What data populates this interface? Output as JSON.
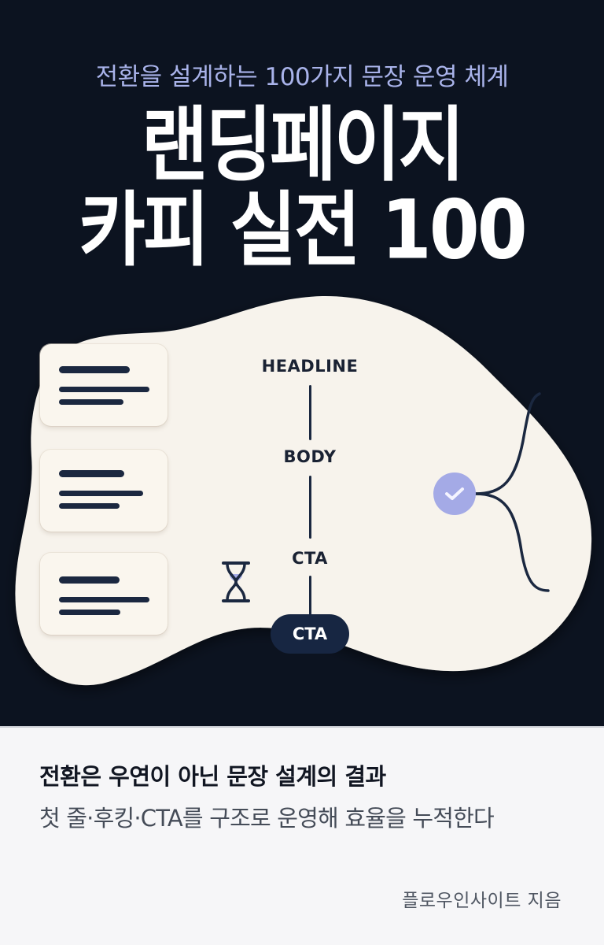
{
  "cover": {
    "subtitle": "전환을 설계하는 100가지 문장 운영 체계",
    "title_line1": "랜딩페이지",
    "title_line2": "카피 실전 100",
    "colors": {
      "background": "#0c1320",
      "subtitle": "#a9b3ea",
      "title": "#ffffff",
      "blob": "#f7f3ec",
      "ink": "#1b2840",
      "accent": "#a4aae6",
      "footer_bg": "#f6f6f8"
    }
  },
  "illustration": {
    "cards": [
      {
        "bars": [
          3
        ]
      },
      {
        "bars": [
          3
        ]
      },
      {
        "bars": [
          3
        ]
      }
    ],
    "flow": {
      "headline_label": "HEADLINE",
      "body_label": "BODY",
      "cta_label": "CTA",
      "cta_button_label": "CTA"
    },
    "icons": {
      "hourglass": "hourglass-icon",
      "check": "check-circle-icon",
      "branch": "branch-connector"
    }
  },
  "footer": {
    "tagline": "전환은 우연이 아닌 문장 설계의 결과",
    "description": "첫 줄·후킹·CTA를 구조로 운영해 효율을 누적한다",
    "author": "플로우인사이트 지음"
  }
}
